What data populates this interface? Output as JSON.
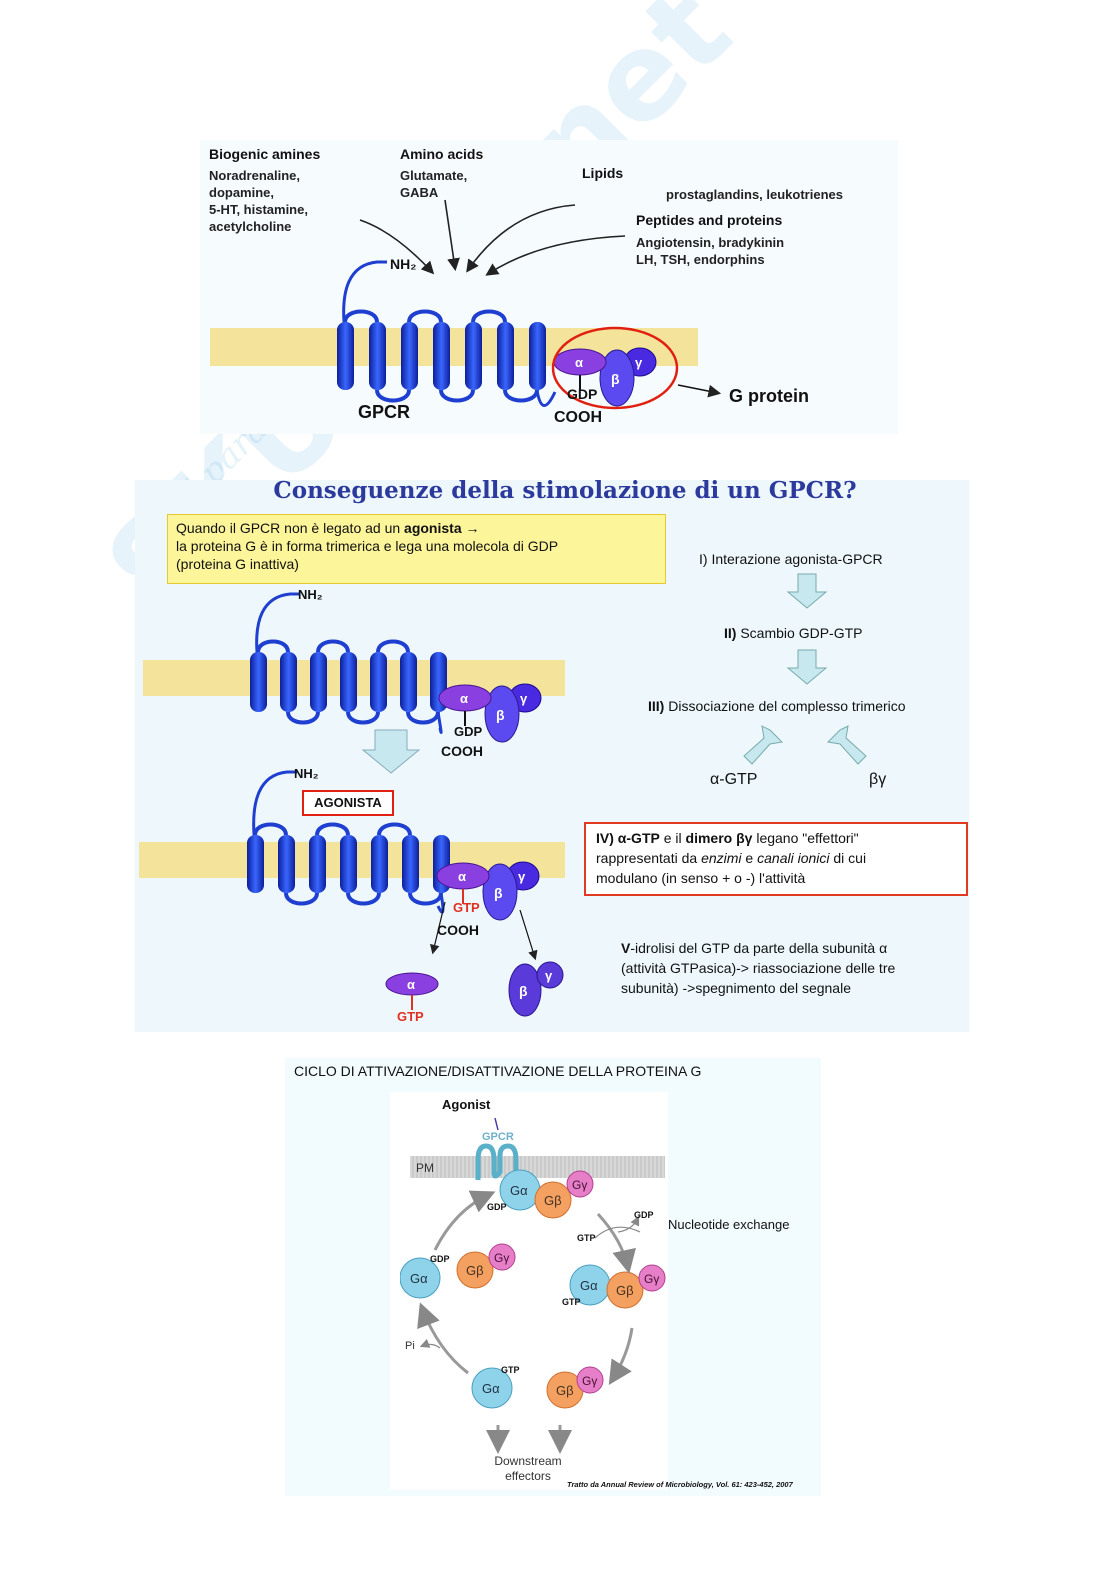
{
  "watermark": {
    "brand": "Skuola.net",
    "slogan": "il paradiso degli studenti"
  },
  "figure1": {
    "groups": [
      {
        "title": "Biogenic amines",
        "items": "Noradrenaline,\ndopamine,\n5-HT, histamine,\nacetylcholine"
      },
      {
        "title": "Amino acids",
        "items": "Glutamate,\nGABA"
      },
      {
        "title": "Lipids",
        "items": "prostaglandins, leukotrienes"
      },
      {
        "title": "Peptides and proteins",
        "items": "Angiotensin, bradykinin\nLH, TSH, endorphins"
      }
    ],
    "nh2": "NH₂",
    "cooh": "COOH",
    "gdp": "GDP",
    "gpcr": "GPCR",
    "gprotein": "G protein",
    "alpha": "α",
    "beta": "β",
    "gamma": "γ"
  },
  "figure2": {
    "title": "Conseguenze della stimolazione di un GPCR?",
    "note_line1_pre": "Quando il GPCR non è legato ad un ",
    "note_line1_bold": "agonista →",
    "note_line2": "la proteina G è in forma trimerica e lega una molecola di GDP",
    "note_line3": "(proteina G inattiva)",
    "nh2": "NH₂",
    "cooh": "COOH",
    "gdp": "GDP",
    "gtp": "GTP",
    "agonista": "AGONISTA",
    "alpha": "α",
    "beta": "β",
    "gamma": "γ",
    "steps": {
      "s1": "I) Interazione agonista-GPCR",
      "s2_num": "II)",
      "s2": " Scambio GDP-GTP",
      "s3_num": "III)",
      "s3": " Dissociazione del complesso trimerico",
      "alpha_gtp": "α-GTP",
      "beta_gamma": "βγ"
    },
    "step4": {
      "num": "IV) ",
      "b1": "α-GTP",
      "t1": " e il ",
      "b2": "dimero βγ",
      "t2": "  legano  \"effettori\"",
      "t3": "rappresentati da ",
      "i1": "enzimi",
      "t4": " e ",
      "i2": "canali ionici",
      "t5": " di cui",
      "t6": "modulano (in senso + o -) l'attività"
    },
    "step5": {
      "bold": "V",
      "line1": "-idrolisi del GTP da parte della subunità α",
      "line2": "(attività GTPasica)-> riassociazione delle tre",
      "line3": "subunità) ->spegnimento del segnale"
    }
  },
  "figure3": {
    "title": "CICLO DI ATTIVAZIONE/DISATTIVAZIONE  DELLA PROTEINA G",
    "agonist": "Agonist",
    "gpcr": "GPCR",
    "pm": "PM",
    "ga": "Gα",
    "gb": "Gβ",
    "gg": "Gγ",
    "gdp": "GDP",
    "gtp": "GTP",
    "pi": "Pi",
    "nucleotide_exchange": "Nucleotide exchange",
    "downstream1": "Downstream",
    "downstream2": "effectors",
    "citation": "Tratto da Annual Review of Microbiology, Vol. 61: 423-452, 2007"
  },
  "colors": {
    "membrane": "#f4e39a",
    "receptor": "#1f3fd0",
    "alpha": "#8a3fe0",
    "red": "#e03020",
    "ga": "#8fd3ea",
    "gb": "#f4a060",
    "gg": "#e77fc8",
    "title": "#2b3a9c"
  }
}
